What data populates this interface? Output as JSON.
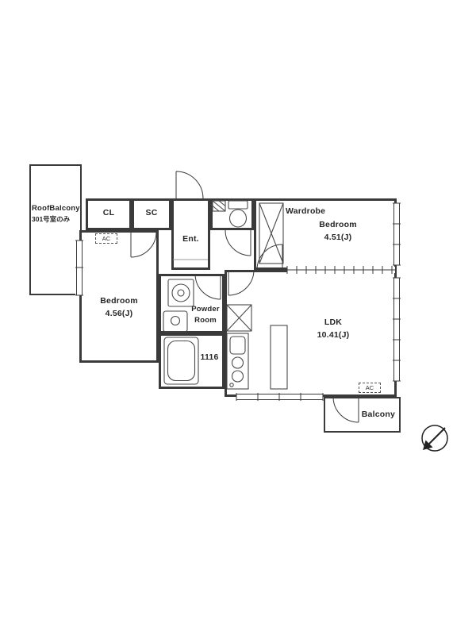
{
  "rooms": {
    "roof_balcony": {
      "name": "RoofBalcony",
      "note": "301号室のみ"
    },
    "cl": {
      "name": "CL"
    },
    "sc": {
      "name": "SC"
    },
    "entrance": {
      "name": "Ent."
    },
    "wardrobe": {
      "name": "Wardrobe"
    },
    "bedroom_main": {
      "name": "Bedroom",
      "size": "4.51(J)"
    },
    "bedroom_second": {
      "name": "Bedroom",
      "size": "4.56(J)"
    },
    "powder_room": {
      "name_line1": "Powder",
      "name_line2": "Room"
    },
    "bathroom": {
      "size": "1116"
    },
    "ldk": {
      "name": "LDK",
      "size": "10.41(J)"
    },
    "balcony": {
      "name": "Balcony"
    }
  },
  "equipment": {
    "ac_bedroom": "AC",
    "ac_ldk": "AC"
  },
  "icons": {
    "compass": "north-arrow",
    "toilet": "toilet-fixture",
    "washer": "washing-machine",
    "bathtub": "bathtub",
    "stove": "stove-burners",
    "wardrobe_box": "crossed-storage-box",
    "refrigerator": "crossed-refrigerator-space"
  },
  "colors": {
    "wall": "#3a3a3a",
    "text": "#262626",
    "background": "#ffffff"
  }
}
